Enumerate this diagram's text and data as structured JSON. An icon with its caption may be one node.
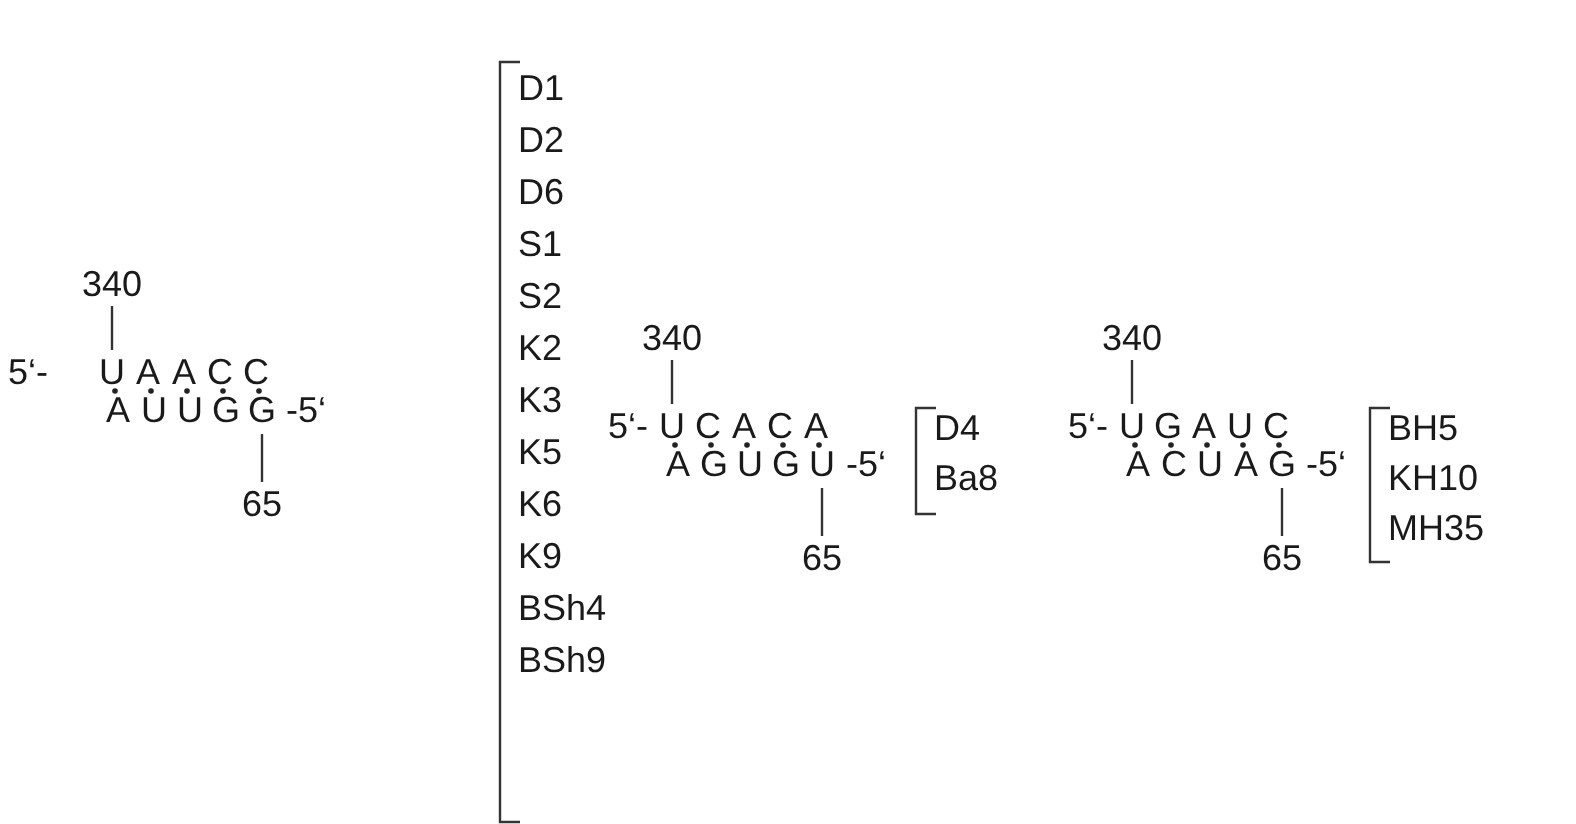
{
  "diagram": {
    "labels": [
      "340",
      "5‘-",
      "U",
      "A",
      "A",
      "C",
      "C",
      "A",
      "U",
      "U",
      "G",
      "G",
      "-5‘",
      "65",
      "D1",
      "D2",
      "D6",
      "S1",
      "S2",
      "K2",
      "K3",
      "K5",
      "K6",
      "K9",
      "BSh4",
      "BSh9",
      "340",
      "5‘-",
      "U",
      "C",
      "A",
      "C",
      "A",
      "A",
      "G",
      "U",
      "G",
      "U",
      "-5‘",
      "65",
      "D4",
      "Ba8",
      "340",
      "5‘-",
      "U",
      "G",
      "A",
      "U",
      "C",
      "A",
      "C",
      "U",
      "A",
      "G",
      "-5‘",
      "65",
      "BH5",
      "KH10",
      "MH35"
    ]
  }
}
